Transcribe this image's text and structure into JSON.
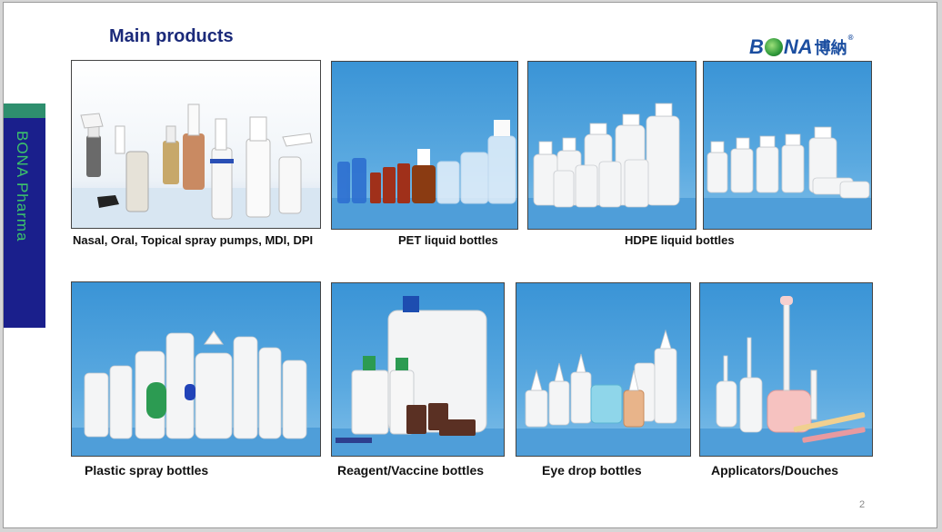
{
  "slide": {
    "title": "Main products",
    "page_number": "2"
  },
  "logo": {
    "latin_prefix": "B",
    "latin_suffix": "NA",
    "chinese": "博納",
    "registered": "®",
    "brand_colors": {
      "text": "#1b4ea0",
      "globe": "#2f9a3a"
    }
  },
  "sidebar": {
    "label": "BONA Pharma",
    "colors": {
      "background": "#1a1f8c",
      "cap": "#2e8f6e",
      "text": "#3cc46a"
    }
  },
  "captions": {
    "spray_pumps": "Nasal, Oral, Topical spray pumps, MDI, DPI",
    "pet": "PET liquid bottles",
    "hdpe": "HDPE liquid bottles",
    "plastic_spray": "Plastic spray bottles",
    "reagent": "Reagent/Vaccine bottles",
    "eye_drop": "Eye drop bottles",
    "applicators": "Applicators/Douches"
  },
  "images": [
    {
      "subject": "spray-pumps-photo"
    },
    {
      "subject": "pet-bottles-photo"
    },
    {
      "subject": "hdpe-bottles-photo"
    },
    {
      "subject": "hdpe-small-bottles-photo"
    },
    {
      "subject": "plastic-spray-bottles-photo"
    },
    {
      "subject": "reagent-vaccine-bottles-photo"
    },
    {
      "subject": "eye-drop-bottles-photo"
    },
    {
      "subject": "applicators-douches-photo"
    }
  ]
}
